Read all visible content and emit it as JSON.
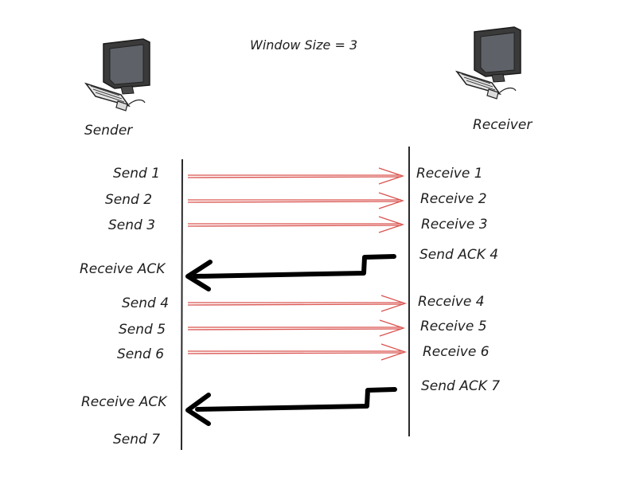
{
  "title": "Window Size = 3",
  "sender": {
    "label": "Sender",
    "icon": "computer-icon"
  },
  "receiver": {
    "label": "Receiver",
    "icon": "computer-icon"
  },
  "colors": {
    "data_arrow": "#d9534f",
    "ack_arrow": "#000000",
    "text": "#1e1e1e"
  },
  "sender_events": [
    "Send 1",
    "Send 2",
    "Send 3",
    "Receive ACK",
    "Send 4",
    "Send 5",
    "Send 6",
    "Receive ACK",
    "Send 7"
  ],
  "receiver_events": [
    "Receive 1",
    "Receive 2",
    "Receive 3",
    "Send ACK 4",
    "Receive 4",
    "Receive 5",
    "Receive 6",
    "Send ACK 7"
  ]
}
